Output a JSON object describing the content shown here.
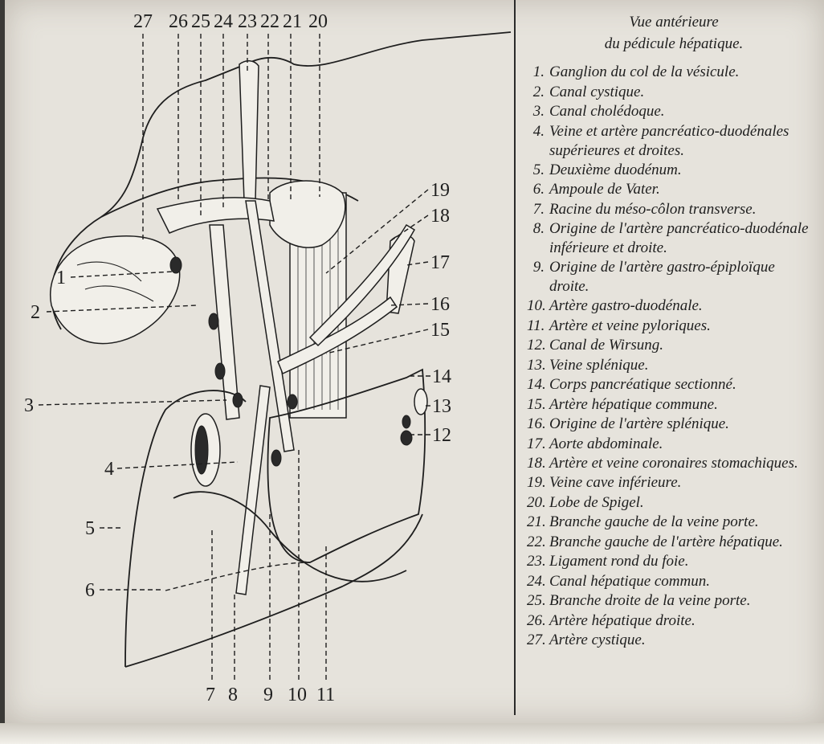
{
  "caption": [
    "Vue antérieure",
    "du pédicule hépatique."
  ],
  "legend": [
    {
      "n": "1.",
      "text": "Ganglion du col de la vésicule."
    },
    {
      "n": "2.",
      "text": "Canal cystique."
    },
    {
      "n": "3.",
      "text": "Canal cholédoque."
    },
    {
      "n": "4.",
      "text": "Veine et artère pancréatico-duodénales supérieures et droites."
    },
    {
      "n": "5.",
      "text": "Deuxième duodénum."
    },
    {
      "n": "6.",
      "text": "Ampoule de Vater."
    },
    {
      "n": "7.",
      "text": "Racine du méso-côlon transverse."
    },
    {
      "n": "8.",
      "text": "Origine de l'artère pancréatico-duodénale inférieure et droite."
    },
    {
      "n": "9.",
      "text": "Origine de l'artère gastro-épiploïque droite."
    },
    {
      "n": "10.",
      "text": "Artère gastro-duodénale."
    },
    {
      "n": "11.",
      "text": "Artère et veine pyloriques."
    },
    {
      "n": "12.",
      "text": "Canal de Wirsung."
    },
    {
      "n": "13.",
      "text": "Veine splénique."
    },
    {
      "n": "14.",
      "text": "Corps pancréatique sectionné."
    },
    {
      "n": "15.",
      "text": "Artère hépatique commune."
    },
    {
      "n": "16.",
      "text": "Origine de l'artère splénique."
    },
    {
      "n": "17.",
      "text": "Aorte abdominale."
    },
    {
      "n": "18.",
      "text": "Artère et veine coronaires stomachiques."
    },
    {
      "n": "19.",
      "text": "Veine cave inférieure."
    },
    {
      "n": "20.",
      "text": "Lobe de Spigel."
    },
    {
      "n": "21.",
      "text": "Branche gauche de la veine porte."
    },
    {
      "n": "22.",
      "text": "Branche gauche de l'artère hépatique."
    },
    {
      "n": "23.",
      "text": "Ligament rond du foie."
    },
    {
      "n": "24.",
      "text": "Canal hépatique commun."
    },
    {
      "n": "25.",
      "text": "Branche droite de la veine porte."
    },
    {
      "n": "26.",
      "text": "Artère hépatique droite."
    },
    {
      "n": "27.",
      "text": "Artère cystique."
    }
  ],
  "figure_labels": {
    "top": [
      "27",
      "26",
      "25",
      "24",
      "23",
      "22",
      "21",
      "20"
    ],
    "left": [
      "1",
      "2",
      "3",
      "4",
      "5",
      "6"
    ],
    "right": [
      "19",
      "18",
      "17",
      "16",
      "15",
      "14",
      "13",
      "12"
    ],
    "bottom": [
      "7",
      "8",
      "9",
      "10",
      "11"
    ]
  }
}
